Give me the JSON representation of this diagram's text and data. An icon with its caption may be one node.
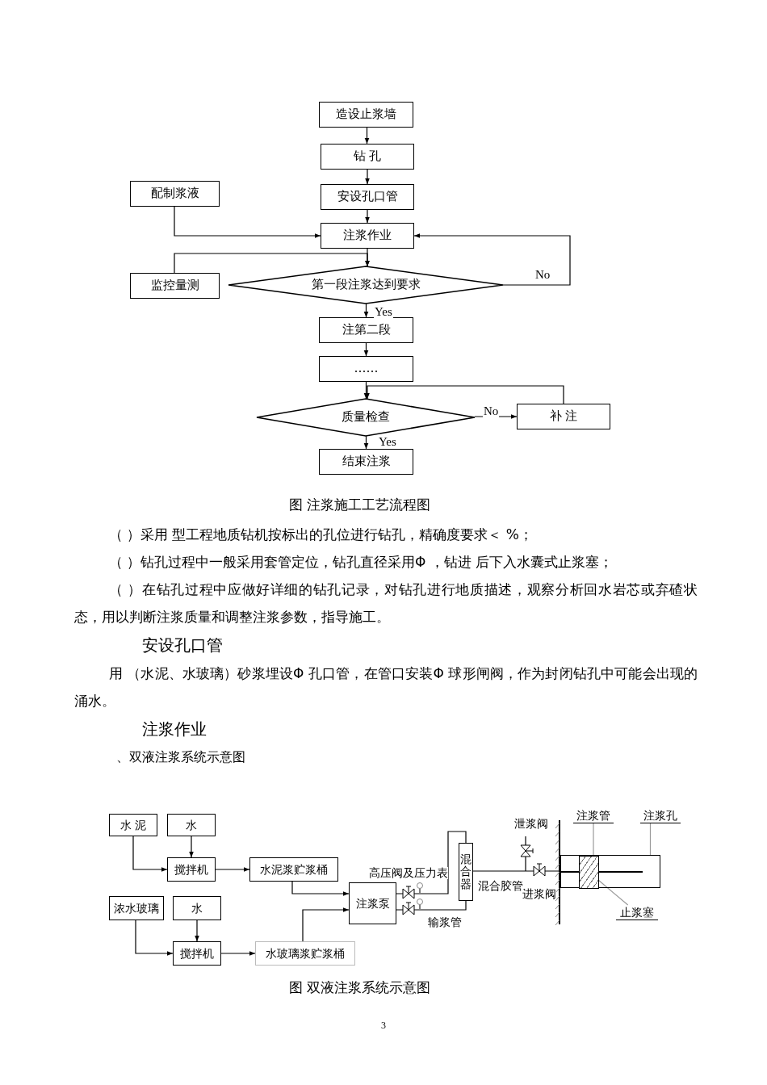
{
  "diagram": {
    "nodes": [
      {
        "text": [
          "造设止浆墙"
        ]
      },
      {
        "text": [
          "钻 孔"
        ]
      },
      {
        "text": [
          "安设孔口管"
        ]
      },
      {
        "text": [
          "配制浆液"
        ]
      },
      {
        "text": [
          "注浆作业"
        ]
      },
      {
        "text": [
          "监控量测"
        ]
      },
      {
        "text": [
          "第一段注浆达到要求"
        ]
      },
      {
        "text": [
          "注第二段"
        ]
      },
      {
        "text": [
          "……"
        ]
      },
      {
        "text": [
          "质量检查"
        ]
      },
      {
        "text": [
          "补 注"
        ]
      },
      {
        "text": [
          "结束注浆"
        ]
      },
      {
        "text": [
          "水 泥"
        ]
      },
      {
        "text": [
          "水"
        ]
      },
      {
        "text": [
          "搅拌机"
        ]
      },
      {
        "text": [
          "水泥浆贮浆桶"
        ]
      },
      {
        "text": [
          "浓水玻璃"
        ]
      },
      {
        "text": [
          "水"
        ]
      },
      {
        "text": [
          "搅拌机"
        ]
      },
      {
        "text": [
          "水玻璃浆贮浆桶"
        ]
      },
      {
        "text": [
          "注浆泵"
        ]
      },
      {
        "text": [
          "混合器"
        ]
      },
      {
        "text": [
          "注浆管"
        ]
      },
      {
        "text": [
          "注浆孔"
        ]
      },
      {
        "text": [],
        "shape": "box"
      },
      {
        "text": [],
        "shape": "bar",
        "in": 24
      },
      {
        "text": [],
        "shape": "box",
        "in": 24
      },
      {
        "text": [
          "止浆塞"
        ]
      }
    ],
    "edges": [
      {
        "from": 0,
        "to": 1,
        "arrow": "to"
      },
      {
        "from": 1,
        "to": 2,
        "arrow": "to"
      },
      {
        "from": 2,
        "to": 4,
        "arrow": "to"
      },
      {
        "from": 3,
        "to": 4,
        "arrow": "to"
      },
      {
        "from": 4,
        "to": 6,
        "arrow": "to"
      },
      {
        "from": 5,
        "to": 6,
        "arrow": "to"
      },
      {
        "from": 6,
        "to": 4,
        "arrow": "to",
        "label": "No"
      },
      {
        "from": 6,
        "to": 7,
        "arrow": "to",
        "label": "Yes"
      },
      {
        "from": 7,
        "to": 8,
        "arrow": "to"
      },
      {
        "from": 8,
        "to": 9,
        "arrow": "to"
      },
      {
        "from": 9,
        "to": 10,
        "arrow": "to",
        "label": "No"
      },
      {
        "from": 10,
        "to": 9,
        "arrow": "to"
      },
      {
        "from": 9,
        "to": 11,
        "arrow": "to",
        "label": "Yes"
      },
      {
        "from": 12,
        "to": 14,
        "arrow": "to"
      },
      {
        "from": 13,
        "to": 14,
        "arrow": "to"
      },
      {
        "from": 14,
        "to": 15,
        "arrow": "to"
      },
      {
        "from": 15,
        "to": 20,
        "arrow": "to"
      },
      {
        "from": 16,
        "to": 18,
        "arrow": "to"
      },
      {
        "from": 17,
        "to": 18,
        "arrow": "to"
      },
      {
        "from": 18,
        "to": 19,
        "arrow": "to"
      },
      {
        "from": 19,
        "to": 20,
        "arrow": "to"
      },
      {
        "from": 20,
        "to": 21,
        "arrow": "none"
      },
      {
        "from": 20,
        "to": 21,
        "arrow": "none"
      },
      {
        "from": 21,
        "to": 25,
        "arrow": "none"
      },
      {
        "from": 22,
        "to": 25,
        "arrow": "none",
        "color": "#999999"
      },
      {
        "from": 23,
        "to": 24,
        "arrow": "none",
        "color": "#999999"
      },
      {
        "from": 27,
        "to": 26,
        "arrow": "none",
        "color": "#999999"
      }
    ],
    "labels": [
      "图 注浆施工工艺流程图",
      "（ ）采用 型工程地质钻机按标出的孔位进行钻孔，精确度要求＜ %；",
      "（ ）钻孔过程中一般采用套管定位，钻孔直径采用Φ ，钻进 后下入水囊式止浆塞；",
      "（ ）在钻孔过程中应做好详细的钻孔记录，对钻孔进行地质描述，观察分析回水岩芯或弃碴状态，用以判断注浆质量和调整注浆参数，指导施工。",
      "安设孔口管",
      "用 （水泥、水玻璃）砂浆埋设Φ 孔口管，在管口安装Φ 球形闸阀，作为封闭钻孔中可能会出现的涌水。",
      "注浆作业",
      "、双液注浆系统示意图",
      "泄浆阀",
      "高压阀及压力表",
      "混合胶管",
      "进浆阀",
      "输浆管",
      "图 双液注浆系统示意图",
      "3"
    ]
  }
}
